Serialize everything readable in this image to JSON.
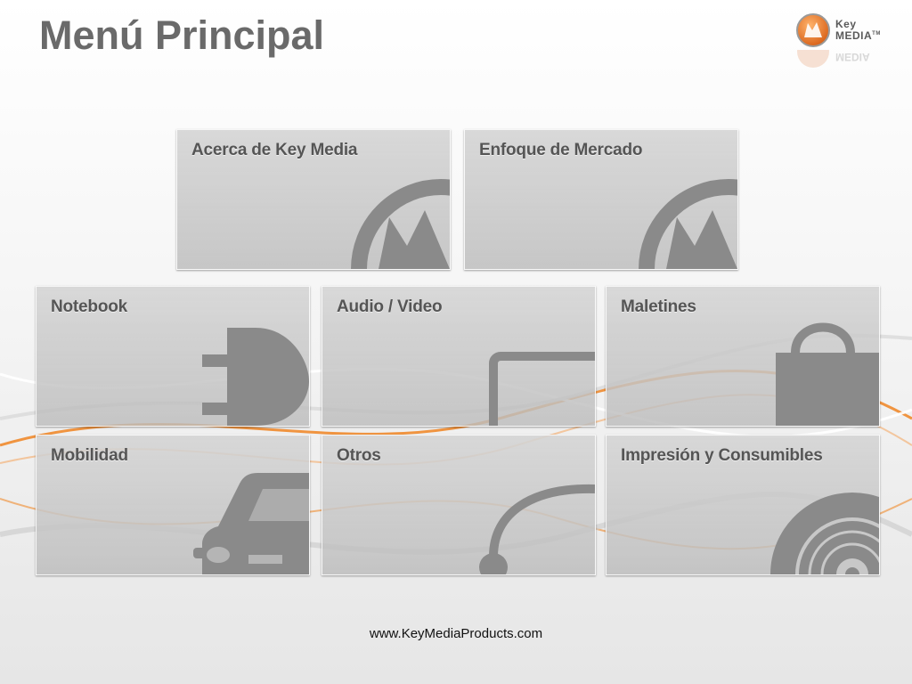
{
  "page": {
    "title": "Menú Principal"
  },
  "logo": {
    "word_top": "Key",
    "word_bottom": "MEDIA",
    "mark": "TM"
  },
  "tiles": [
    {
      "label": "Acerca de Key Media",
      "icon": "keymedia-logo-icon"
    },
    {
      "label": "Enfoque de Mercado",
      "icon": "keymedia-logo-icon"
    },
    {
      "label": "Notebook",
      "icon": "power-plug-icon"
    },
    {
      "label": "Audio / Video",
      "icon": "monitor-icon"
    },
    {
      "label": "Maletines",
      "icon": "briefcase-icon"
    },
    {
      "label": "Mobilidad",
      "icon": "car-icon"
    },
    {
      "label": "Otros",
      "icon": "headphones-icon"
    },
    {
      "label": "Impresión y Consumibles",
      "icon": "disc-icon"
    }
  ],
  "footer": {
    "url": "www.KeyMediaProducts.com"
  },
  "colors": {
    "accent": "#f08a2c",
    "tile": "#c8c8c8",
    "icon": "#8a8a8a",
    "title": "#6a6a6a"
  }
}
